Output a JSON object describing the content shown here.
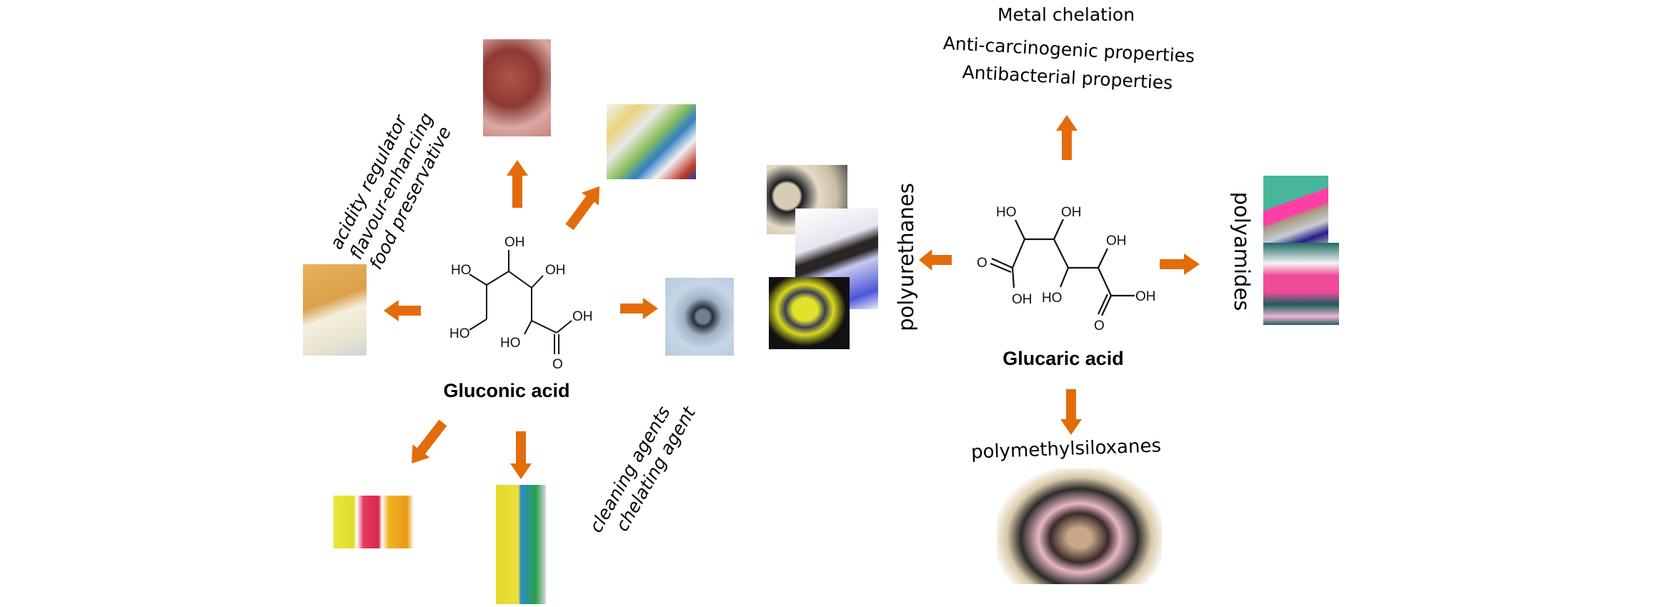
{
  "colors": {
    "arrow": "#E36C0A",
    "text": "#000000"
  },
  "gluconic": {
    "name": "Gluconic acid",
    "atoms": {
      "oh_top": "OH",
      "ho_left": "HO",
      "oh_right": "OH",
      "ho_bottom_left": "HO",
      "ho_bottom": "HO",
      "oh_acid": "OH",
      "o_acid": "O"
    },
    "food_uses": [
      "acidity regulator",
      "flavour-enhancing",
      "food preservative"
    ],
    "cleaning_uses": [
      "cleaning agents",
      "chelating agent"
    ],
    "images": [
      "sausages-photo",
      "pills-photo",
      "cheese-photo",
      "metal-flange-photo",
      "gummy-bears-photo",
      "cleaning-bottles-photo"
    ]
  },
  "glucaric": {
    "name": "Glucaric acid",
    "atoms": {
      "ho_top_left": "HO",
      "oh_top": "OH",
      "o_left": "O",
      "oh_left_acid": "OH",
      "ho_bottom": "HO",
      "oh_right": "OH",
      "oh_acid": "OH",
      "o_acid": "O"
    },
    "properties": [
      "Metal chelation",
      "Anti-carcinogenic properties",
      "Antibacterial properties"
    ],
    "polyurethanes": "polyurethanes",
    "polyamides": "polyamides",
    "polymethylsiloxanes": "polymethylsiloxanes",
    "images": [
      "car-interior-photo",
      "foam-photo",
      "football-boots-photo",
      "textiles-photo",
      "toothbrush-photo",
      "cosmetics-photo"
    ]
  }
}
